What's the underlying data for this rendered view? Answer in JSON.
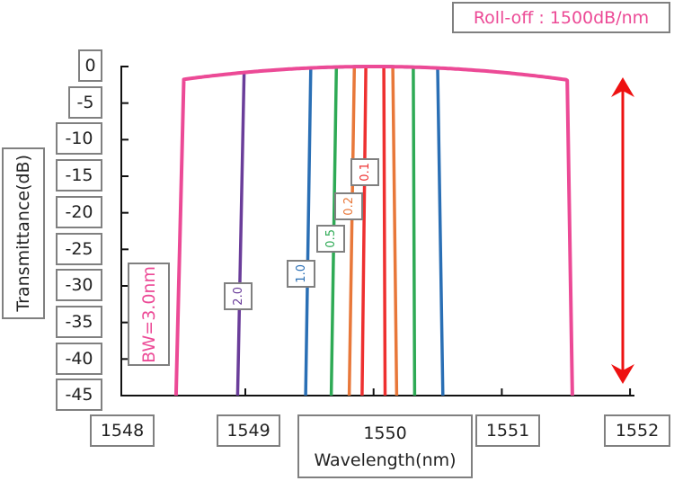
{
  "chart_data": {
    "type": "line",
    "title": "",
    "annotation_rolloff": "Roll-off : 1500dB/nm",
    "annotation_bw": "BW=3.0nm",
    "xlabel": "Wavelength(nm)",
    "ylabel": "Transmittance(dB)",
    "xlim": [
      1548,
      1552
    ],
    "ylim": [
      -45,
      0
    ],
    "x_ticks": [
      "1548",
      "1549",
      "1550",
      "1551",
      "1552"
    ],
    "y_ticks": [
      "0",
      "-5",
      "-10",
      "-15",
      "-20",
      "-25",
      "-30",
      "-35",
      "-40",
      "-45"
    ],
    "grid": false,
    "arrow_color": "#ee1111",
    "series": [
      {
        "name": "3.0",
        "color": "#ec4a96",
        "left_bottom": 1548.46,
        "left_top": 1548.52,
        "right_top": 1551.51,
        "right_bottom": 1551.55,
        "right_visible": true
      },
      {
        "name": "2.0",
        "color": "#6a3d9a",
        "left_bottom": 1548.94,
        "left_top": 1548.99,
        "right_top": 1551.0,
        "right_bottom": 1551.0,
        "right_visible": false
      },
      {
        "name": "1.0",
        "color": "#2a6fb5",
        "left_bottom": 1549.47,
        "left_top": 1549.51,
        "right_top": 1550.5,
        "right_bottom": 1550.54,
        "right_visible": true
      },
      {
        "name": "0.5",
        "color": "#2eaa55",
        "left_bottom": 1549.67,
        "left_top": 1549.71,
        "right_top": 1550.31,
        "right_bottom": 1550.32,
        "right_visible": true
      },
      {
        "name": "0.2",
        "color": "#e8783a",
        "left_bottom": 1549.81,
        "left_top": 1549.85,
        "right_top": 1550.15,
        "right_bottom": 1550.18,
        "right_visible": true
      },
      {
        "name": "0.1",
        "color": "#ee3030",
        "left_bottom": 1549.91,
        "left_top": 1549.94,
        "right_top": 1550.08,
        "right_bottom": 1550.09,
        "right_visible": true
      }
    ]
  }
}
